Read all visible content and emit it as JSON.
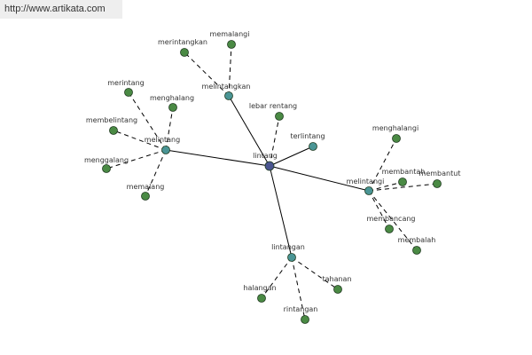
{
  "source_url": "http://www.artikata.com",
  "colors": {
    "root_node": "#4a5590",
    "hub_node": "#4a9595",
    "leaf_node": "#4a8a44",
    "node_stroke": "#1f3a1f",
    "solid_edge": "#000000",
    "dashed_edge": "#000000"
  },
  "graph": {
    "root": "lintang",
    "nodes": [
      {
        "id": "lintang",
        "label": "lintang",
        "kind": "root"
      },
      {
        "id": "melintang",
        "label": "melintang",
        "kind": "hub"
      },
      {
        "id": "melintangkan",
        "label": "melintangkan",
        "kind": "hub"
      },
      {
        "id": "melintangi",
        "label": "melintangi",
        "kind": "hub"
      },
      {
        "id": "lintangan",
        "label": "lintangan",
        "kind": "hub"
      },
      {
        "id": "terlintang",
        "label": "terlintang",
        "kind": "hub"
      },
      {
        "id": "lebar-rentang",
        "label": "lebar rentang",
        "kind": "leaf"
      },
      {
        "id": "merintang",
        "label": "merintang",
        "kind": "leaf"
      },
      {
        "id": "menghalang",
        "label": "menghalang",
        "kind": "leaf"
      },
      {
        "id": "membelintang",
        "label": "membelintang",
        "kind": "leaf"
      },
      {
        "id": "menggalang",
        "label": "menggalang",
        "kind": "leaf"
      },
      {
        "id": "memalang",
        "label": "memalang",
        "kind": "leaf"
      },
      {
        "id": "merintangkan",
        "label": "merintangkan",
        "kind": "leaf"
      },
      {
        "id": "memalangi",
        "label": "memalangi",
        "kind": "leaf"
      },
      {
        "id": "menghalangi",
        "label": "menghalangi",
        "kind": "leaf"
      },
      {
        "id": "membantah",
        "label": "membantah",
        "kind": "leaf"
      },
      {
        "id": "membantut",
        "label": "membantut",
        "kind": "leaf"
      },
      {
        "id": "membancang",
        "label": "membancang",
        "kind": "leaf"
      },
      {
        "id": "membalah",
        "label": "membalah",
        "kind": "leaf"
      },
      {
        "id": "halangan",
        "label": "halangan",
        "kind": "leaf"
      },
      {
        "id": "rintangan",
        "label": "rintangan",
        "kind": "leaf"
      },
      {
        "id": "tahanan",
        "label": "tahanan",
        "kind": "leaf"
      }
    ],
    "edges": [
      {
        "from": "lintang",
        "to": "melintang",
        "style": "solid"
      },
      {
        "from": "lintang",
        "to": "melintangkan",
        "style": "solid"
      },
      {
        "from": "lintang",
        "to": "melintangi",
        "style": "solid"
      },
      {
        "from": "lintang",
        "to": "lintangan",
        "style": "solid"
      },
      {
        "from": "lintang",
        "to": "terlintang",
        "style": "solid"
      },
      {
        "from": "lintang",
        "to": "lebar-rentang",
        "style": "dashed"
      },
      {
        "from": "melintang",
        "to": "merintang",
        "style": "dashed"
      },
      {
        "from": "melintang",
        "to": "menghalang",
        "style": "dashed"
      },
      {
        "from": "melintang",
        "to": "membelintang",
        "style": "dashed"
      },
      {
        "from": "melintang",
        "to": "menggalang",
        "style": "dashed"
      },
      {
        "from": "melintang",
        "to": "memalang",
        "style": "dashed"
      },
      {
        "from": "melintangkan",
        "to": "merintangkan",
        "style": "dashed"
      },
      {
        "from": "melintangkan",
        "to": "memalangi",
        "style": "dashed"
      },
      {
        "from": "melintangi",
        "to": "menghalangi",
        "style": "dashed"
      },
      {
        "from": "melintangi",
        "to": "membantah",
        "style": "dashed"
      },
      {
        "from": "melintangi",
        "to": "membantut",
        "style": "dashed"
      },
      {
        "from": "melintangi",
        "to": "membancang",
        "style": "dashed"
      },
      {
        "from": "melintangi",
        "to": "membalah",
        "style": "dashed"
      },
      {
        "from": "lintangan",
        "to": "halangan",
        "style": "dashed"
      },
      {
        "from": "lintangan",
        "to": "rintangan",
        "style": "dashed"
      },
      {
        "from": "lintangan",
        "to": "tahanan",
        "style": "dashed"
      }
    ]
  }
}
